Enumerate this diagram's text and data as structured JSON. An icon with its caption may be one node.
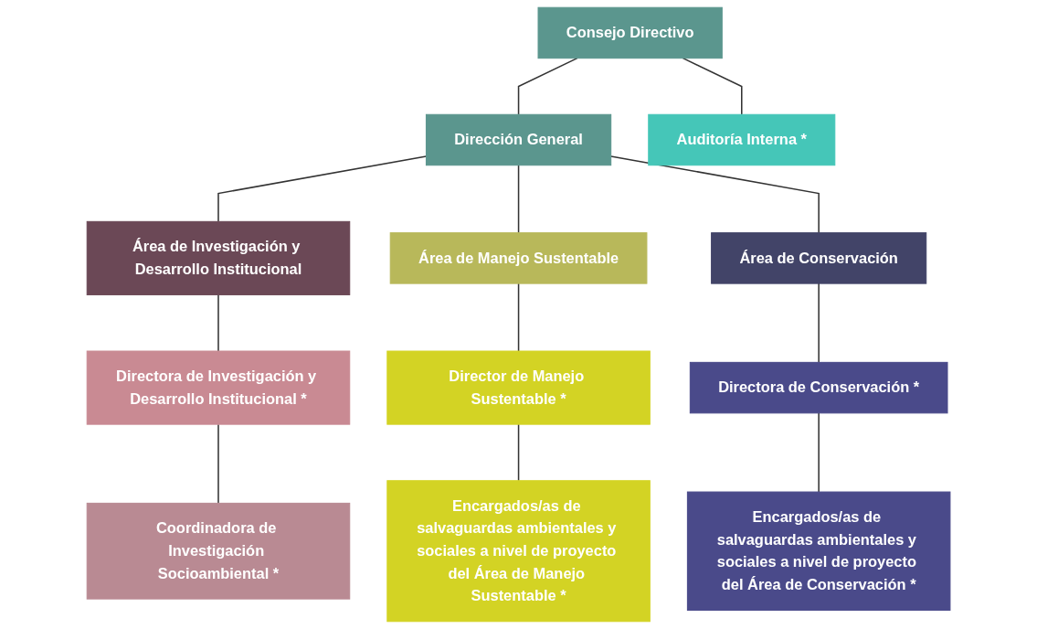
{
  "diagram": {
    "nodes": [
      {
        "text": [
          "Consejo Directivo"
        ]
      },
      {
        "text": [
          "Dirección General"
        ]
      },
      {
        "text": [
          "Auditoría Interna *"
        ]
      },
      {
        "text": [
          "Área de Investigación y Desarrollo Institucional"
        ]
      },
      {
        "text": [
          "Área de Manejo Sustentable"
        ]
      },
      {
        "text": [
          "Área de Conservación"
        ]
      },
      {
        "text": [
          "Directora de Investigación y Desarrollo Institucional *"
        ]
      },
      {
        "text": [
          "Director de Manejo Sustentable *"
        ]
      },
      {
        "text": [
          "Directora de Conservación *"
        ]
      },
      {
        "text": [
          "Coordinadora de Investigación Socioambiental *"
        ]
      },
      {
        "text": [
          "Encargados/as de salvaguardas ambientales y sociales a nivel de proyecto del Área de Manejo Sustentable *"
        ]
      },
      {
        "text": [
          "Encargados/as de salvaguardas ambientales y sociales a nivel de proyecto del Área de Conservación *"
        ]
      }
    ],
    "edges": [
      {
        "from": 0,
        "to": 1,
        "arrow": "none"
      },
      {
        "from": 0,
        "to": 2,
        "arrow": "none"
      },
      {
        "from": 1,
        "to": 3,
        "arrow": "none"
      },
      {
        "from": 1,
        "to": 4,
        "arrow": "none"
      },
      {
        "from": 1,
        "to": 5,
        "arrow": "none"
      },
      {
        "from": 3,
        "to": 6,
        "arrow": "none"
      },
      {
        "from": 4,
        "to": 7,
        "arrow": "none"
      },
      {
        "from": 5,
        "to": 8,
        "arrow": "none"
      },
      {
        "from": 6,
        "to": 9,
        "arrow": "none"
      },
      {
        "from": 7,
        "to": 10,
        "arrow": "none"
      },
      {
        "from": 8,
        "to": 11,
        "arrow": "none"
      }
    ]
  }
}
